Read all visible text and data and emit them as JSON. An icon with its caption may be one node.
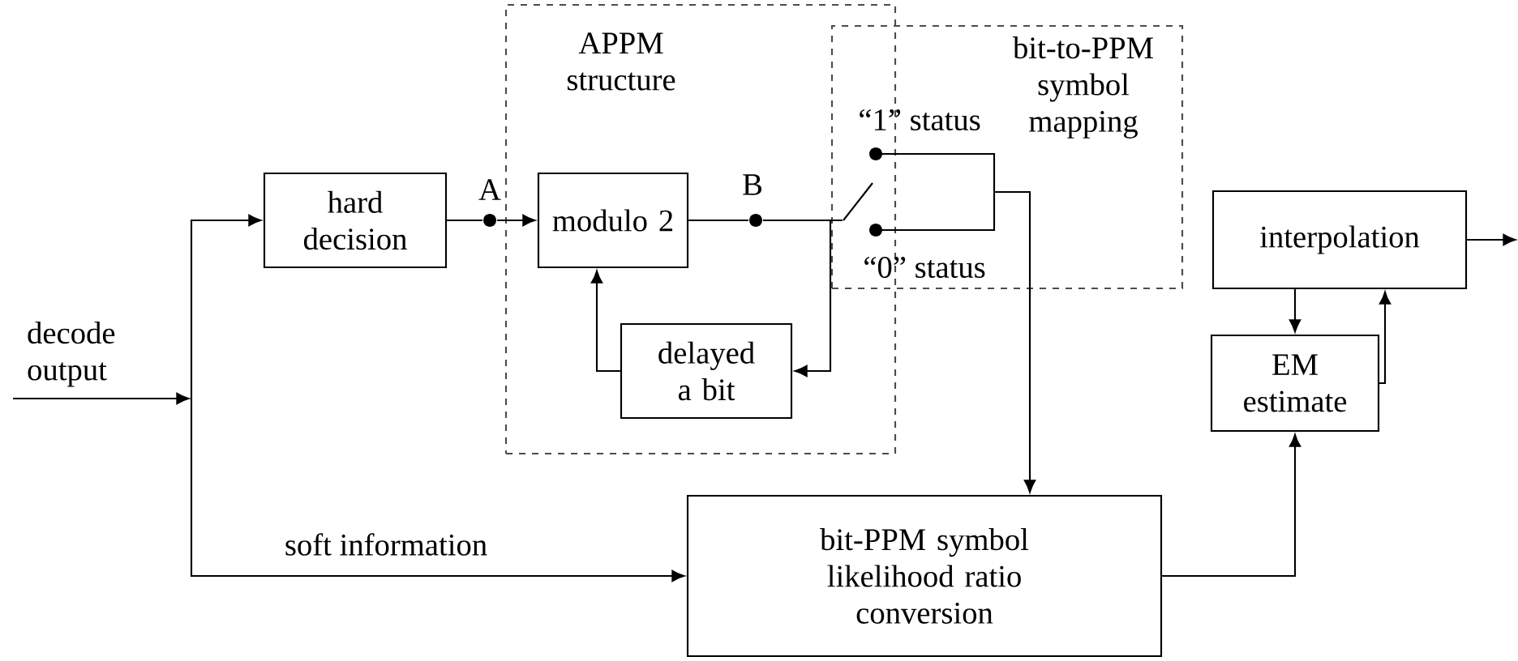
{
  "diagram": {
    "nodes": [
      {
        "text": [
          "APPM structure"
        ]
      },
      {
        "text": [
          "bit-to-PPM symbol mapping"
        ]
      },
      {
        "text": [
          "hard decision"
        ]
      },
      {
        "text": [
          "modulo 2"
        ],
        "in": 0
      },
      {
        "text": [
          "delayed a bit"
        ],
        "in": 0
      },
      {
        "text": [
          "bit-PPM symbol likelihood ratio conversion"
        ]
      },
      {
        "text": [
          "interpolation"
        ]
      },
      {
        "text": [
          "EM estimate"
        ]
      },
      {
        "text": [],
        "shape": "circle",
        "beside": [
          "A"
        ]
      },
      {
        "text": [],
        "shape": "circle",
        "beside": [
          "B"
        ],
        "in": 0
      },
      {
        "text": [],
        "shape": "switch",
        "in": 1
      }
    ],
    "edges": [
      {
        "from": null,
        "to": 2,
        "arrow": "to"
      },
      {
        "from": null,
        "to": 5,
        "arrow": "to",
        "label": "soft information"
      },
      {
        "from": 2,
        "to": 8,
        "arrow": "none"
      },
      {
        "from": 8,
        "to": 3,
        "arrow": "to"
      },
      {
        "from": 3,
        "to": 9,
        "arrow": "none"
      },
      {
        "from": 9,
        "to": 4,
        "arrow": "to"
      },
      {
        "from": 4,
        "to": 3,
        "arrow": "to"
      },
      {
        "from": 9,
        "to": 10,
        "arrow": "none"
      },
      {
        "from": 10,
        "to": 5,
        "arrow": "to"
      },
      {
        "from": 5,
        "to": 7,
        "arrow": "to"
      },
      {
        "from": 6,
        "to": 7,
        "arrow": "to"
      },
      {
        "from": 7,
        "to": 6,
        "arrow": "to"
      },
      {
        "from": 6,
        "to": null,
        "arrow": "to"
      }
    ],
    "labels": [
      "“1” status",
      "“0” status",
      "decode output"
    ]
  }
}
